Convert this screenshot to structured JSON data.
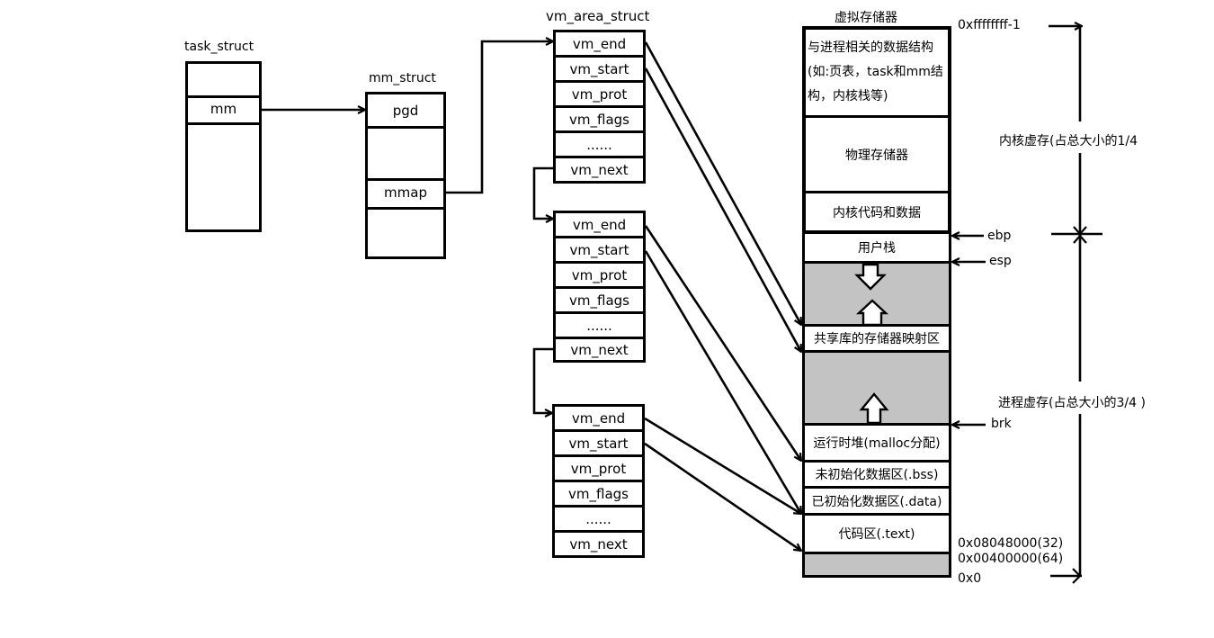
{
  "task_struct": {
    "title": "task_struct",
    "fields": [
      "",
      "mm",
      ""
    ]
  },
  "mm_struct": {
    "title": "mm_struct",
    "fields": [
      "pgd",
      "",
      "mmap",
      ""
    ]
  },
  "vm_area_struct": {
    "title": "vm_area_struct",
    "fields": [
      "vm_end",
      "vm_start",
      "vm_prot",
      "vm_flags",
      "......",
      "vm_next"
    ]
  },
  "virtual_memory": {
    "title": "虚拟存储器",
    "kernel_segments": {
      "process_data": "与进程相关的数据结构(如:页表，task和mm结构，内核栈等)",
      "physical_memory": "物理存储器",
      "kernel_code": "内核代码和数据"
    },
    "user_segments": {
      "user_stack": "用户栈",
      "shared_libs": "共享库的存储器映射区",
      "heap": "运行时堆(malloc分配)",
      "bss": "未初始化数据区(.bss)",
      "data": "已初始化数据区(.data)",
      "text": "代码区(.text)"
    }
  },
  "pointers": {
    "ebp": "ebp",
    "esp": "esp",
    "brk": "brk"
  },
  "addresses": {
    "top": "0xffffffff-1",
    "text_start_32": "0x08048000(32)",
    "text_start_64": "0x00400000(64)",
    "bottom": "0x0"
  },
  "ranges": {
    "kernel": "内核虚存(占总大小的1/4",
    "process": "进程虚存(占总大小的3/4 )"
  }
}
